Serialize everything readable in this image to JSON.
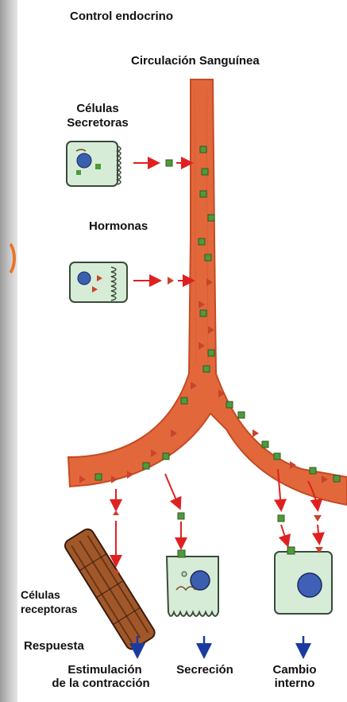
{
  "labels": {
    "title": "Control endocrino",
    "blood": "Circulación Sanguínea",
    "secretory_1": "Células",
    "secretory_2": "Secretoras",
    "hormones": "Hormonas",
    "receptor_1": "Células",
    "receptor_2": "receptoras",
    "response": "Respuesta",
    "resp1_1": "Estimulación",
    "resp1_2": "de la contracción",
    "resp2": "Secreción",
    "resp3_1": "Cambio",
    "resp3_2": "interno"
  },
  "colors": {
    "vessel": "#e2683c",
    "vessel_dark": "#c44a22",
    "cell_fill": "#d6ecd6",
    "cell_border": "#3a4a3a",
    "hormone_square": "#4f9a3a",
    "hormone_triangle": "#c8442a",
    "arrow_red": "#e02020",
    "arrow_blue": "#1a3aa0"
  }
}
